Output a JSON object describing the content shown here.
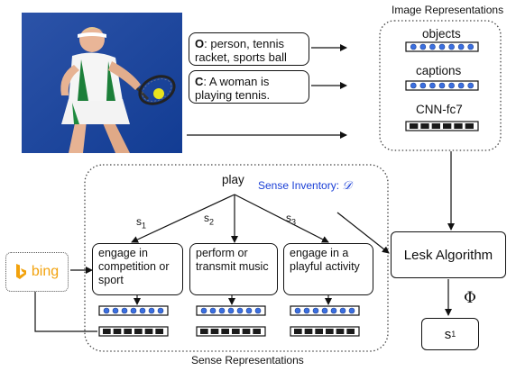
{
  "image_representations_title": "Image Representations",
  "detections_box": {
    "prefix": "O",
    "text": ": person, tennis racket, sports ball"
  },
  "caption_box": {
    "prefix": "C",
    "text": ": A woman is playing tennis."
  },
  "rep_labels": [
    "objects",
    "captions",
    "CNN-fc7"
  ],
  "target_word": "play",
  "sense_inventory": {
    "text": "Sense Inventory: ",
    "symbol": "𝒟"
  },
  "senses": [
    {
      "label": "s",
      "sub": "1",
      "definition": "engage in competition or sport"
    },
    {
      "label": "s",
      "sub": "2",
      "definition": "perform or transmit music"
    },
    {
      "label": "s",
      "sub": "3",
      "definition": "engage in a playful activity"
    }
  ],
  "bing_logo": {
    "word": "bing",
    "icon": "bing-b-icon",
    "color": "#f2a20c"
  },
  "lesk_label": "Lesk Algorithm",
  "phi_symbol": "Φ",
  "output": {
    "label": "s",
    "sub": "1"
  },
  "sense_representations_title": "Sense Representations",
  "colors": {
    "blue_cell": "#3b6fe0",
    "black_cell": "#1a1a1a",
    "inventory_text": "#1a3fd6"
  }
}
